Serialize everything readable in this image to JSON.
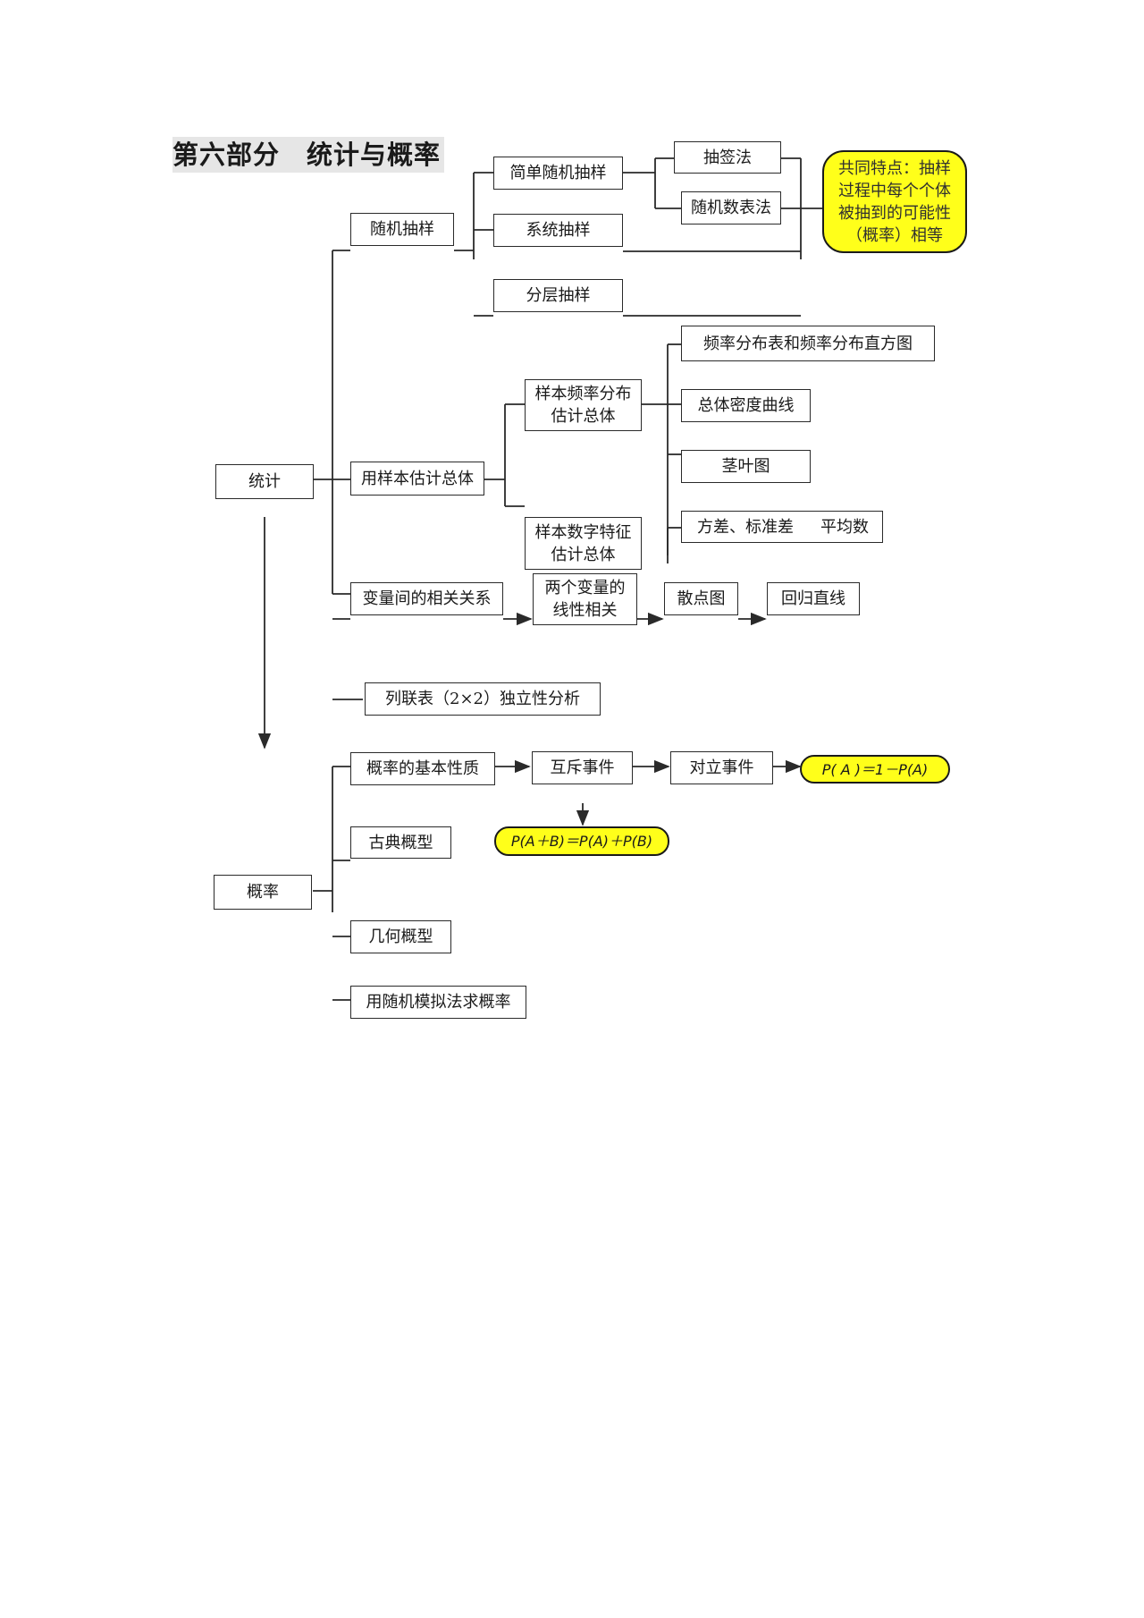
{
  "title": "第六部分　统计与概率",
  "stats": {
    "root": "统计",
    "sampling": {
      "label": "随机抽样",
      "simple": "简单随机抽样",
      "lottery": "抽签法",
      "random_number": "随机数表法",
      "systematic": "系统抽样",
      "stratified": "分层抽样",
      "common_feature": "共同特点：抽样\n过程中每个个体\n被抽到的可能性\n（概率）相等"
    },
    "estimate": {
      "label": "用样本估计总体",
      "freq_dist": "样本频率分布\n估计总体",
      "freq_table": "频率分布表和频率分布直方图",
      "density_curve": "总体密度曲线",
      "stem_leaf": "茎叶图",
      "numeric": "样本数字特征\n估计总体",
      "variance": "方差、标准差",
      "mean": "平均数"
    },
    "correlation": {
      "label": "变量间的相关关系",
      "linear": "两个变量的\n线性相关",
      "scatter": "散点图",
      "regression": "回归直线"
    },
    "contingency": "列联表（2×2）独立性分析"
  },
  "prob": {
    "root": "概率",
    "basic": "概率的基本性质",
    "mutex": "互斥事件",
    "opposite": "对立事件",
    "formula_opposite": "P( A )＝1－P(A)",
    "formula_sum": "P(A＋B)＝P(A)＋P(B)",
    "classical": "古典概型",
    "geometric": "几何概型",
    "simulation": "用随机模拟法求概率"
  },
  "colors": {
    "highlight": "#ffff1a",
    "line": "#2a2a2a"
  }
}
